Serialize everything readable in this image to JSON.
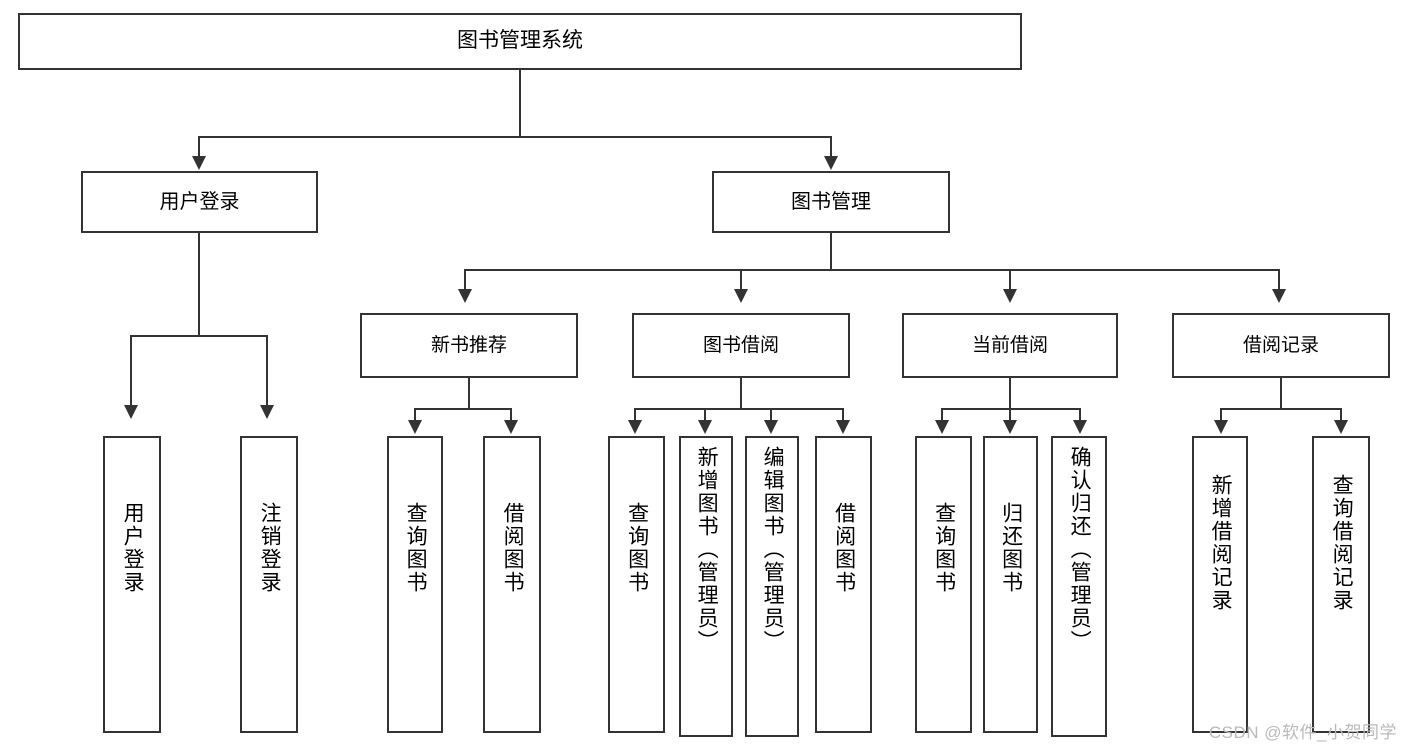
{
  "diagram": {
    "title": "图书管理系统",
    "type": "tree",
    "colors": {
      "stroke": "#333333",
      "fill": "#ffffff",
      "text": "#000000",
      "watermark": "#b9b9b9"
    },
    "root": {
      "label": "图书管理系统"
    },
    "level1": [
      {
        "label": "用户登录"
      },
      {
        "label": "图书管理"
      }
    ],
    "level2": [
      {
        "label": "新书推荐"
      },
      {
        "label": "图书借阅"
      },
      {
        "label": "当前借阅"
      },
      {
        "label": "借阅记录"
      }
    ],
    "leaves": {
      "user_login": [
        {
          "label": "用户登录"
        },
        {
          "label": "注销登录"
        }
      ],
      "new_book_recommend": [
        {
          "label": "查询图书"
        },
        {
          "label": "借阅图书"
        }
      ],
      "book_borrow": [
        {
          "label": "查询图书"
        },
        {
          "label": "新增图书（管理员）"
        },
        {
          "label": "编辑图书（管理员）"
        },
        {
          "label": "借阅图书"
        }
      ],
      "current_borrow": [
        {
          "label": "查询图书"
        },
        {
          "label": "归还图书"
        },
        {
          "label": "确认归还（管理员）"
        }
      ],
      "borrow_record": [
        {
          "label": "新增借阅记录"
        },
        {
          "label": "查询借阅记录"
        }
      ]
    }
  },
  "watermark": {
    "text": "CSDN @软件_小贺同学"
  }
}
